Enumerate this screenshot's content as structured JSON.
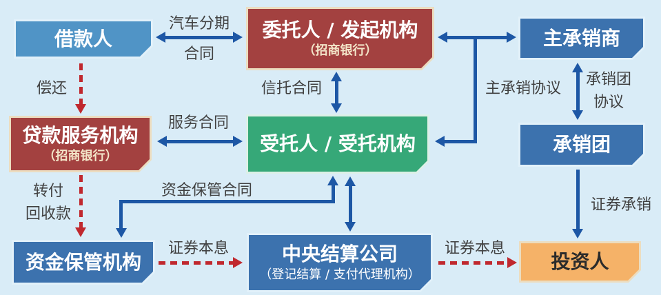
{
  "nodes": {
    "borrower": {
      "title": "借款人"
    },
    "trustor": {
      "title": "委托人 / 发起机构",
      "subtitle": "（招商银行）"
    },
    "lead_underwriter": {
      "title": "主承销商"
    },
    "loan_servicer": {
      "title": "贷款服务机构",
      "subtitle": "（招商银行）"
    },
    "trustee": {
      "title": "受托人 / 受托机构"
    },
    "syndicate": {
      "title": "承销团"
    },
    "custodian": {
      "title": "资金保管机构"
    },
    "ccdc": {
      "title": "中央结算公司",
      "subtitle": "（登记结算 / 支付代理机构）"
    },
    "investor": {
      "title": "投资人"
    }
  },
  "edge_labels": {
    "auto_installment_line1": "汽车分期",
    "auto_installment_line2": "合同",
    "repay": "偿还",
    "trust_contract": "信托合同",
    "lead_underwriting_agreement": "主承销协议",
    "syndicate_agreement_line1": "承销团",
    "syndicate_agreement_line2": "协议",
    "service_contract": "服务合同",
    "transfer_line1": "转付",
    "transfer_line2": "回收款",
    "custody_contract": "资金保管合同",
    "principal_interest_left": "证券本息",
    "principal_interest_right": "证券本息",
    "securities_underwriting": "证券承销"
  },
  "colors": {
    "background": "#d9ecf7",
    "box_blue_light": "#5094c6",
    "box_blue_dark": "#3c72ae",
    "box_red": "#a34140",
    "box_green": "#36a878",
    "box_orange": "#f5b268",
    "box_border_cream": "#ecddc0",
    "arrow_blue": "#1d57a5",
    "arrow_red_dashed": "#c0282e",
    "label_text": "#414141"
  }
}
